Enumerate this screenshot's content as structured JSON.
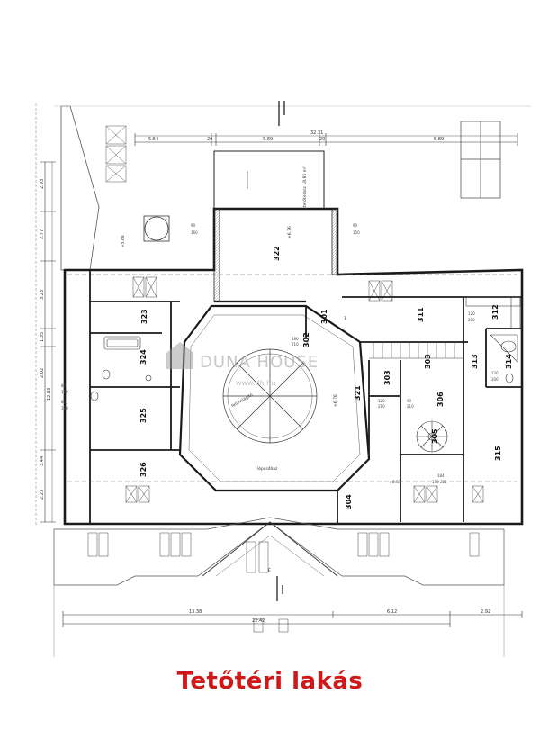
{
  "caption": "Tetőtéri lakás",
  "watermark": {
    "brand": "DUNA HOUSE",
    "url": "www.dh.hu"
  },
  "rooms": [
    "322",
    "323",
    "324",
    "325",
    "326",
    "321",
    "301",
    "302",
    "303",
    "304",
    "305",
    "306",
    "311",
    "312",
    "313",
    "314",
    "315"
  ],
  "top_dimensions": [
    "5.54",
    "20",
    "5.89",
    "20",
    "5.89",
    "32.31"
  ],
  "left_dimensions": [
    "2.93",
    "2.77",
    "3.23",
    "1.35",
    "2.02",
    "12.83",
    "3.44",
    "2.23"
  ],
  "bottom_dimensions": {
    "row1": [
      "13.38",
      "6.12",
      "2.92"
    ],
    "row2": [
      "22.42"
    ]
  },
  "openings": [
    "90",
    "160",
    "90",
    "150",
    "180",
    "210",
    "120",
    "200",
    "120",
    "200",
    "90",
    "210",
    "120",
    "210",
    "184",
    "130-225",
    "80",
    "180",
    "80",
    "180"
  ],
  "annotations": {
    "top_label": "tetőterasz 18.85 m²",
    "level_322": "+6.76",
    "level_left": "+5.68",
    "level_321": "+6.76",
    "level_right": "+6.53",
    "step": "1",
    "step2": "2",
    "dome": "felülvilágító",
    "grid": "lépcsőház",
    "north": "É"
  },
  "colors": {
    "caption": "#d01818",
    "wall": "#1a1a1a",
    "line": "#555555"
  }
}
